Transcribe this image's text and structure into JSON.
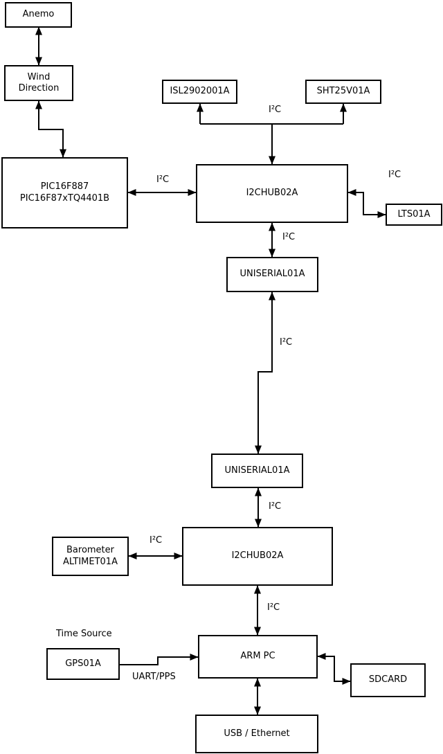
{
  "diagram": {
    "background": "#ffffff",
    "line_color": "#000000",
    "text_color": "#000000",
    "nodes": {
      "anemo": {
        "label": "Anemo"
      },
      "wind_direction": {
        "label": "Wind\nDirection"
      },
      "pic": {
        "label": "PIC16F887\nPIC16F87xTQ4401B"
      },
      "isl": {
        "label": "ISL2902001A"
      },
      "sht": {
        "label": "SHT25V01A"
      },
      "i2c_hub_upper": {
        "label": "I2CHUB02A"
      },
      "lts": {
        "label": "LTS01A"
      },
      "uniserial_upper": {
        "label": "UNISERIAL01A"
      },
      "uniserial_lower": {
        "label": "UNISERIAL01A"
      },
      "i2c_hub_lower": {
        "label": "I2CHUB02A"
      },
      "barometer": {
        "label": "Barometer\nALTIMET01A"
      },
      "gps": {
        "label": "GPS01A"
      },
      "arm_pc": {
        "label": "ARM PC"
      },
      "sdcard": {
        "label": "SDCARD"
      },
      "usb_ethernet": {
        "label": "USB / Ethernet"
      }
    },
    "labels": {
      "i2c": "I²C",
      "time_source": "Time Source",
      "uart_pps": "UART/PPS"
    }
  }
}
